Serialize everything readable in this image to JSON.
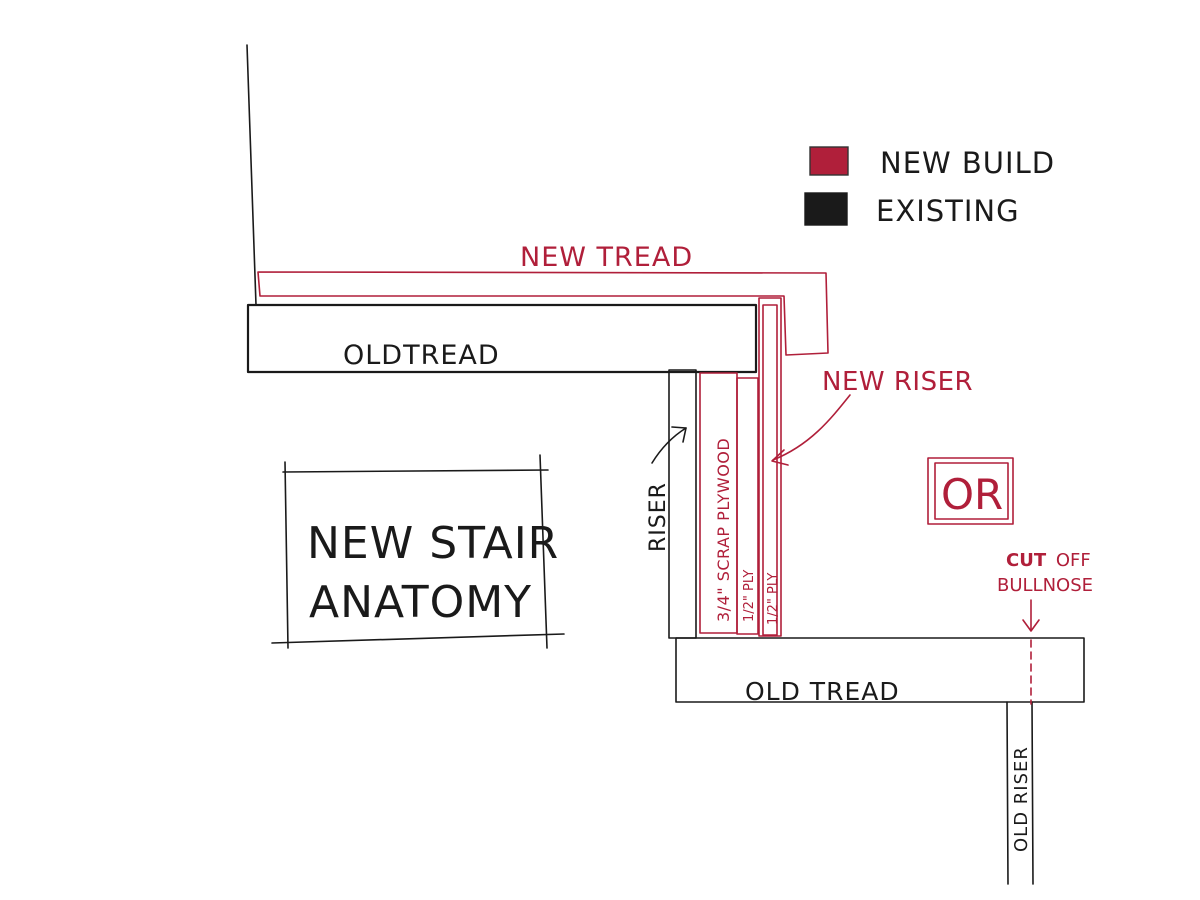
{
  "title": {
    "line1": "NEW STAIR",
    "line2": "ANATOMY"
  },
  "legend": {
    "new_build": "NEW BUILD",
    "existing": "EXISTING"
  },
  "labels": {
    "new_tread": "NEW TREAD",
    "old_tread_upper": "OLDTREAD",
    "old_tread_lower": "OLD TREAD",
    "new_riser": "NEW RISER",
    "riser": "RISER",
    "scrap_plywood": "3/4\" SCRAP PLYWOOD",
    "half_ply_1": "1/2\" PLY",
    "half_ply_2": "1/2\" PLY",
    "or": "OR",
    "cut_off_1": "CUT",
    "cut_off_2": "OFF",
    "bullnose": "BULLNOSE",
    "old_riser": "OLD RISER"
  },
  "colors": {
    "new_build": "#b01f3a",
    "existing": "#1a1a1a"
  }
}
